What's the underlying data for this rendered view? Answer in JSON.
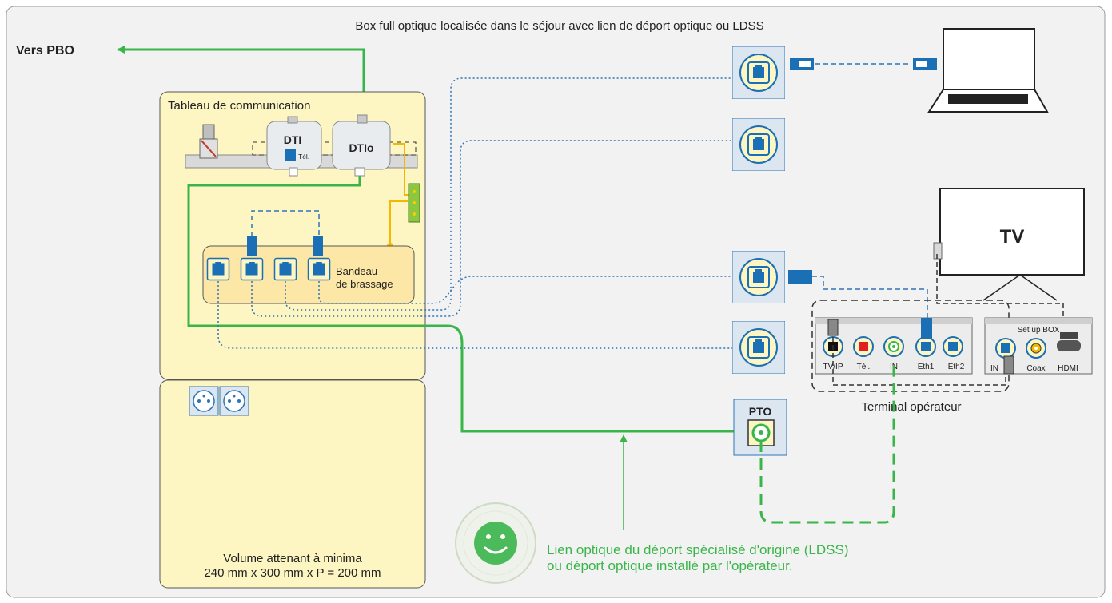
{
  "top_title": "Box full optique localisée dans le séjour avec lien de déport optique ou LDSS",
  "vers_pbo": "Vers PBO",
  "tableau_label": "Tableau de communication",
  "dti_label": "DTI",
  "dtio_label": "DTIo",
  "tel_mark": "Tél.",
  "bandeau_label_1": "Bandeau",
  "bandeau_label_2": "de brassage",
  "volume_label_1": "Volume attenant à minima",
  "volume_label_2": "240 mm x 300 mm x P = 200 mm",
  "pto_label": "PTO",
  "terminal_label": "Terminal opérateur",
  "ports": [
    "TV/IP",
    "Tél.",
    "IN",
    "Eth1",
    "Eth2"
  ],
  "setup_box_label": "Set up BOX",
  "setup_ports": [
    "IN",
    "Coax",
    "HDMI"
  ],
  "tv_label": "TV",
  "caption_line_1": "Lien optique du déport spécialisé d'origine (LDSS)",
  "caption_line_2": "ou déport optique installé par l'opérateur.",
  "colors": {
    "fiber": "#39b54a",
    "rj45_cable": "#2e75b6",
    "panel_fill": "#fdf6c3",
    "bandeau_fill": "#fde7a6",
    "background": "#f2f2f2",
    "socket_blue": "#1a6fb5",
    "power": "#f5b800"
  },
  "icons": [
    "laptop-icon",
    "tv-icon",
    "socket-icon",
    "power-outlet-icon",
    "smiley-stamp-icon"
  ]
}
